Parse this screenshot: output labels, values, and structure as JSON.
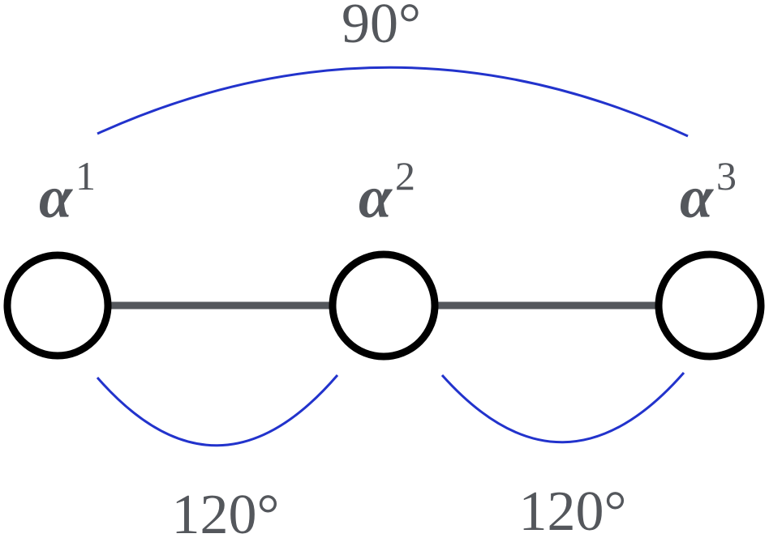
{
  "colors": {
    "node_stroke": "#000000",
    "edge": "#54575c",
    "arc": "#2233cc",
    "text": "#54575c"
  },
  "nodes": [
    {
      "symbol": "α",
      "index": "1"
    },
    {
      "symbol": "α",
      "index": "2"
    },
    {
      "symbol": "α",
      "index": "3"
    }
  ],
  "angles": {
    "top": "90°",
    "bottom_left": "120°",
    "bottom_right": "120°"
  }
}
